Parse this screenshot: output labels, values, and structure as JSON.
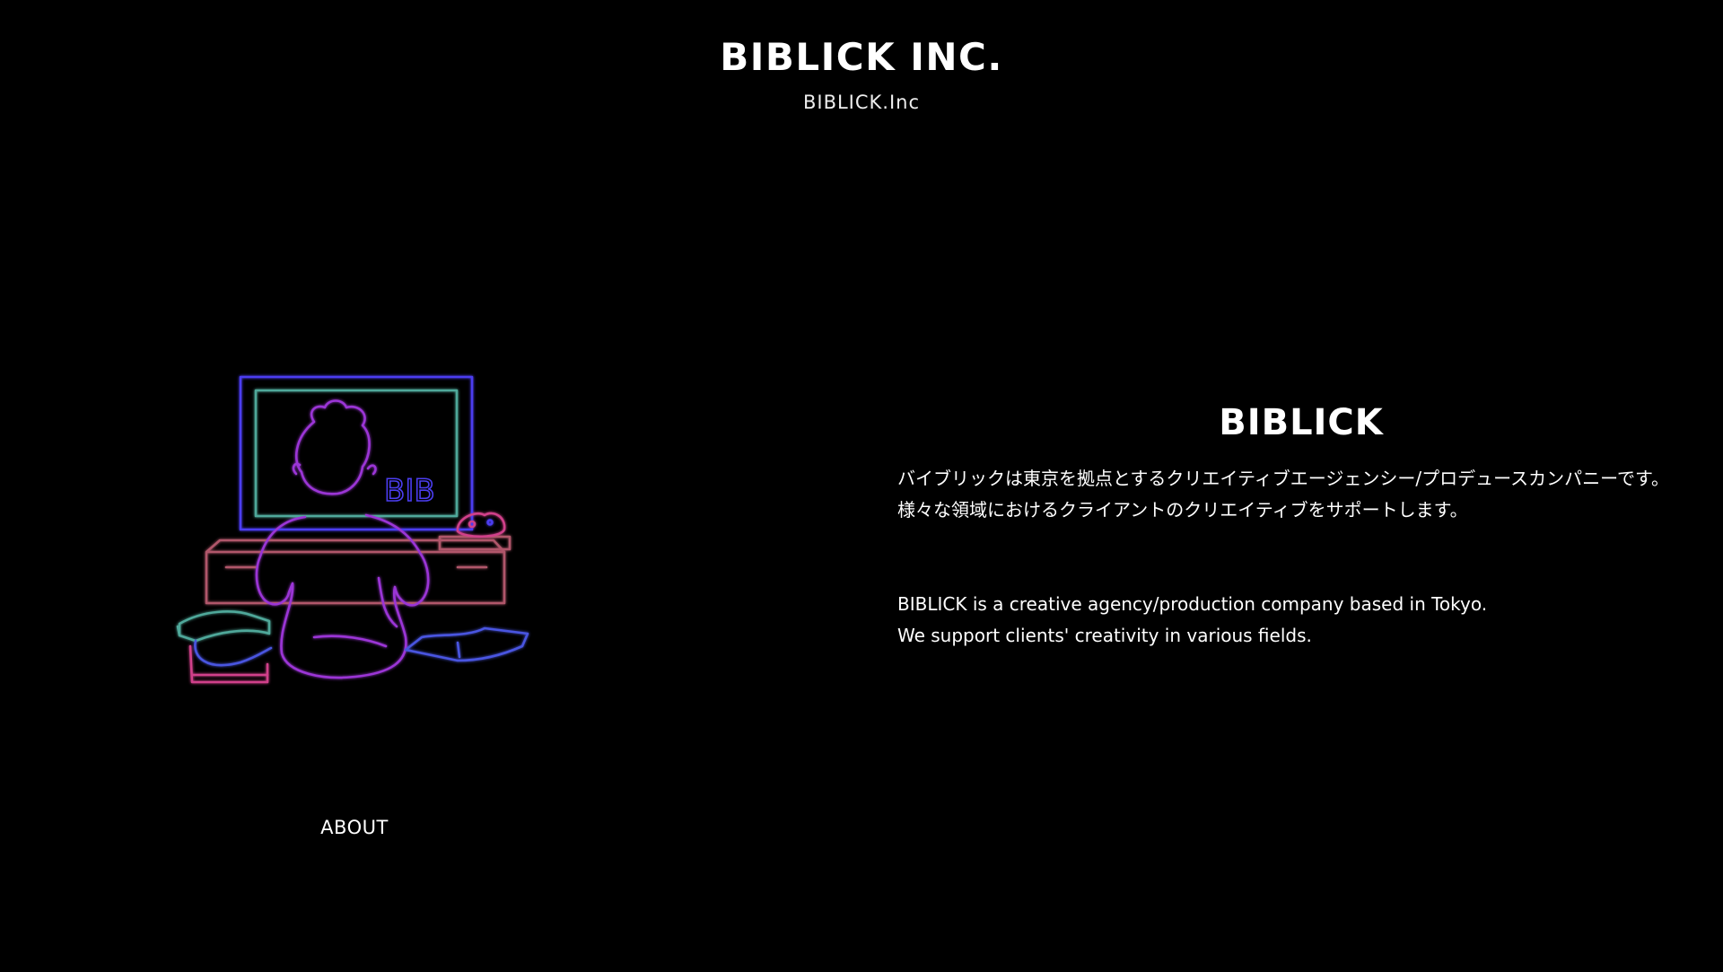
{
  "header": {
    "title": "BIBLICK INC.",
    "tagline": "BIBLICK.Inc"
  },
  "illustration": {
    "screen_text": "BIB",
    "colors": {
      "tv_frame": "#4b3df0",
      "tv_screen": "#4fa89a",
      "person": "#9b35d6",
      "cabinet": "#b0566a",
      "books": "#4a55e0",
      "console": "#d0408a"
    }
  },
  "nav": {
    "about_label": "ABOUT"
  },
  "about": {
    "heading": "BIBLICK",
    "jp_line1": "バイブリックは東京を拠点とするクリエイティブエージェンシー/プロデュースカンパニーです。",
    "jp_line2": "様々な領域におけるクライアントのクリエイティブをサポートします。",
    "en_line1": "BIBLICK is a creative agency/production company based in Tokyo.",
    "en_line2": "We support clients' creativity in various fields."
  }
}
